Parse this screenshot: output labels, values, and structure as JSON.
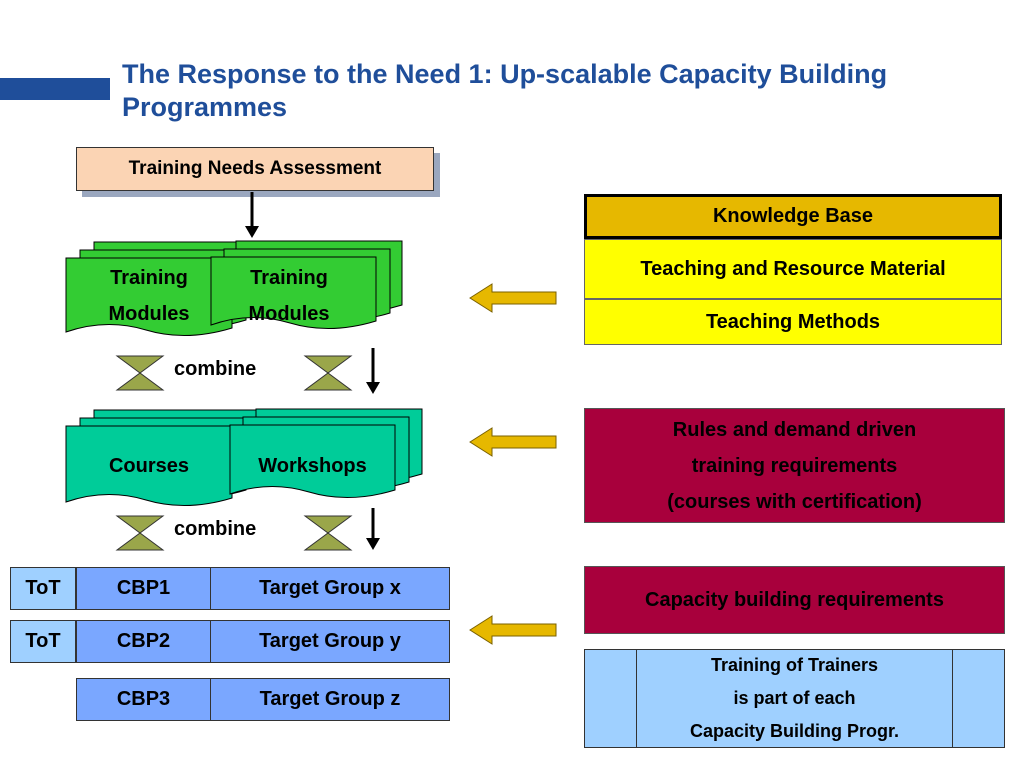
{
  "title": "The Response to the Need 1: Up-scalable Capacity Building Programmes",
  "tna": "Training Needs Assessment",
  "modules": {
    "line1": "Training",
    "line2": "Modules"
  },
  "combine_label": "combine",
  "courses": "Courses",
  "workshops": "Workshops",
  "programmes": [
    {
      "tot": "ToT",
      "cbp": "CBP1",
      "target": "Target Group x"
    },
    {
      "tot": "ToT",
      "cbp": "CBP2",
      "target": "Target Group y"
    },
    {
      "tot": "",
      "cbp": "CBP3",
      "target": "Target Group z"
    }
  ],
  "knowledge_base": {
    "header": "Knowledge Base",
    "row1": "Teaching and Resource Material",
    "row2": "Teaching Methods"
  },
  "rules": {
    "line1": "Rules and demand driven",
    "line2": "training requirements",
    "line3": "(courses with certification)"
  },
  "capacity_req": "Capacity building requirements",
  "tot_note": {
    "line1": "Training of Trainers",
    "line2": "is part of each",
    "line3": "Capacity Building Progr."
  },
  "colors": {
    "title": "#1f4e9a",
    "module_green": "#33cc33",
    "course_teal": "#00cc99",
    "knowledge_gold": "#e6b800",
    "yellow": "#ffff00",
    "maroon": "#a8003c",
    "light_blue": "#9fd0ff",
    "cbp_blue": "#7aa7ff",
    "arrow_gold": "#e6b800",
    "hourglass": "#9aa64a"
  }
}
